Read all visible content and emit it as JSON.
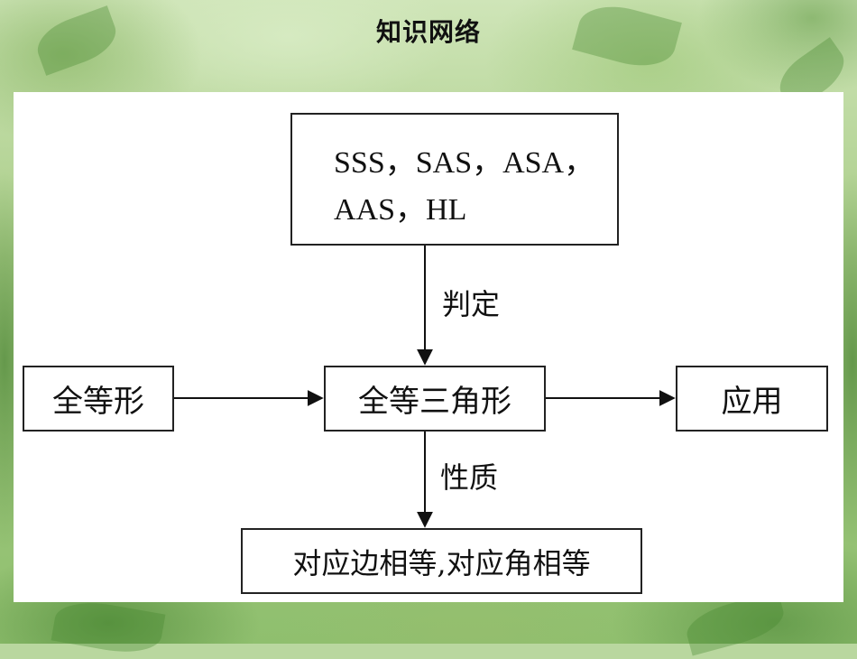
{
  "title": "知识网络",
  "diagram": {
    "criteria": {
      "line1": "SSS，SAS，ASA，",
      "line2": "AAS，HL"
    },
    "left_node": "全等形",
    "center_node": "全等三角形",
    "right_node": "应用",
    "bottom_node": "对应边相等,对应角相等",
    "edge_judge": "判定",
    "edge_property": "性质"
  }
}
